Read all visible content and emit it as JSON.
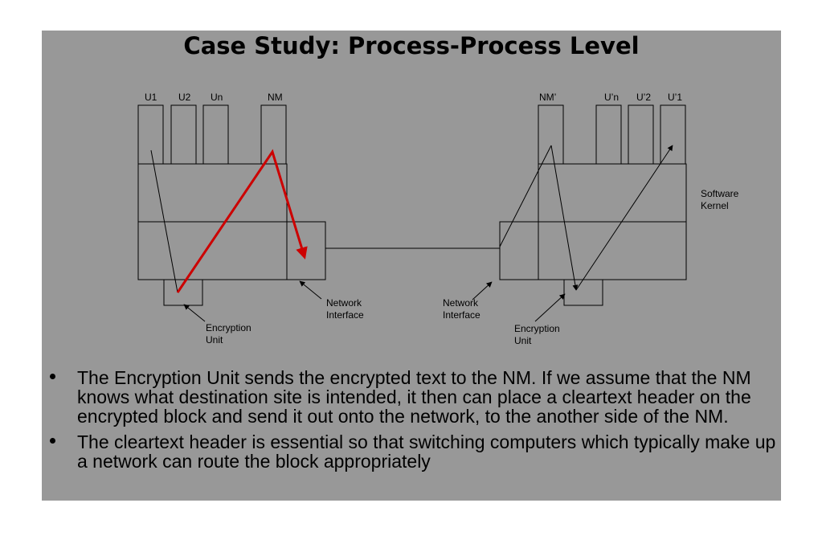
{
  "slide": {
    "title": "Case Study: Process-Process Level"
  },
  "diagram": {
    "left_host": {
      "process_labels": [
        "U1",
        "U2",
        "Un",
        "NM"
      ],
      "network_interface_label": [
        "Network",
        "Interface"
      ],
      "encryption_unit_label": [
        "Encryption",
        "Unit"
      ]
    },
    "right_host": {
      "process_labels": [
        "NM’",
        "U’n",
        "U’2",
        "U’1"
      ],
      "network_interface_label": [
        "Network",
        "Interface"
      ],
      "encryption_unit_label": [
        "Encryption",
        "Unit"
      ],
      "kernel_label": [
        "Software",
        "Kernel"
      ]
    },
    "colors": {
      "highlight_arrow": "#cc0000",
      "line": "#000000",
      "background": "#989898"
    }
  },
  "bullets": [
    "The Encryption Unit sends the encrypted text to the NM. If we assume that the NM knows what destination site is intended, it then can place a cleartext header on the encrypted block and send it out onto the network, to the another side of the NM.",
    "The cleartext header is essential so that switching computers which typically make up a network can route the block appropriately"
  ]
}
